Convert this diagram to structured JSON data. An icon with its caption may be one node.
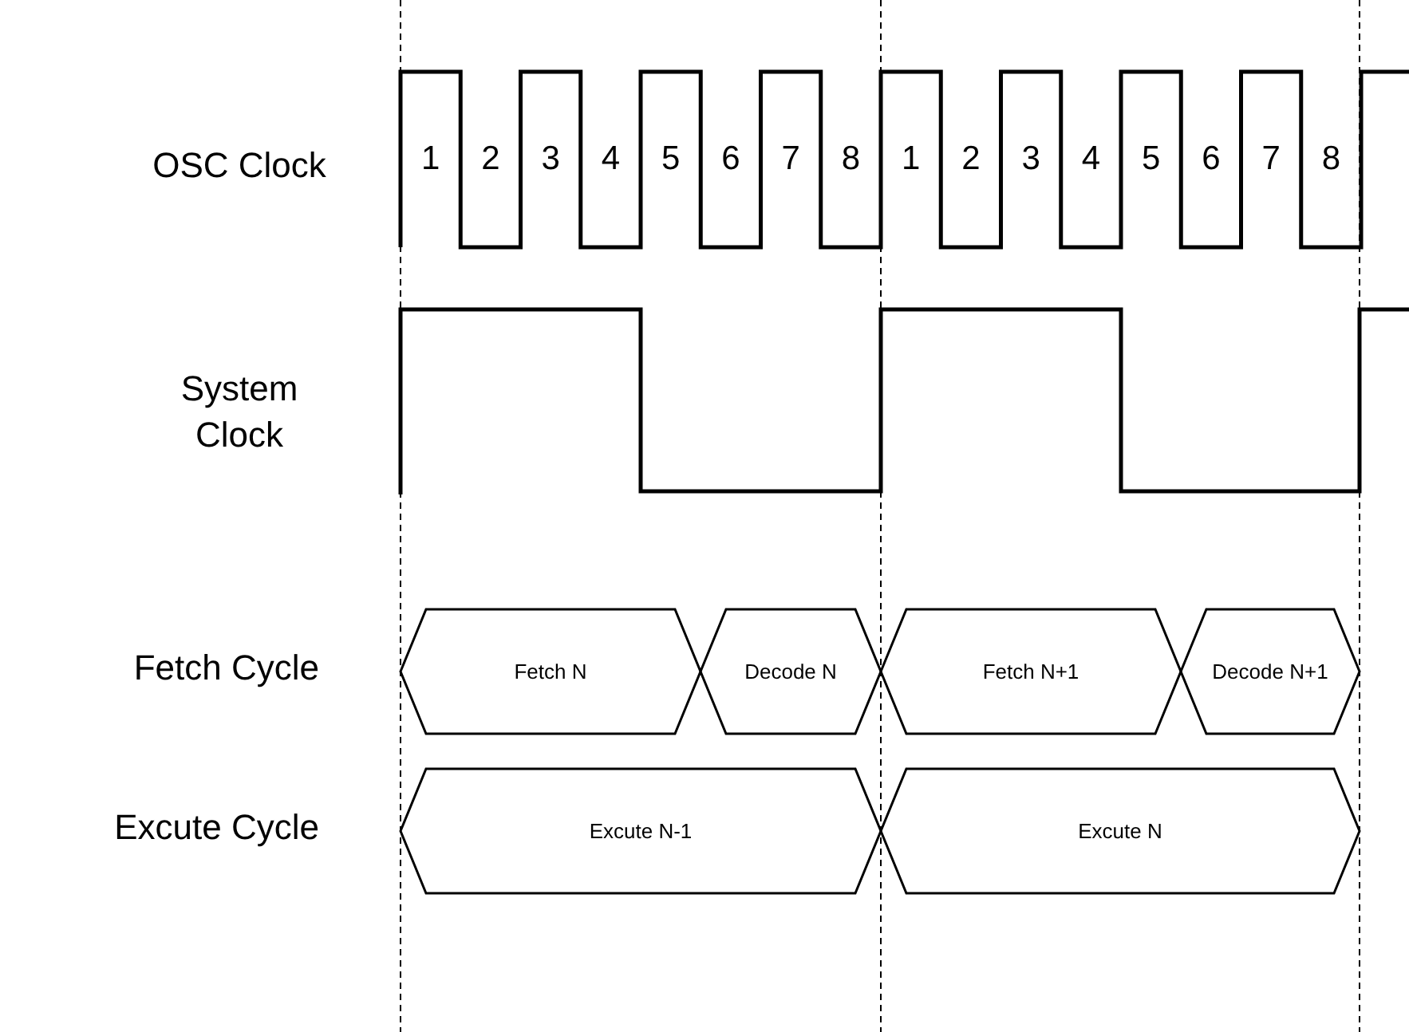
{
  "diagram": {
    "nodes": [
      {
        "text": [
          "Fetch N"
        ]
      },
      {
        "text": [
          "Decode N"
        ]
      },
      {
        "text": [
          "Fetch N+1"
        ]
      },
      {
        "text": [
          "Decode N+1"
        ]
      },
      {
        "text": [
          "Excute N-1"
        ]
      },
      {
        "text": [
          "Excute N"
        ]
      }
    ],
    "labels": [
      "OSC Clock",
      "1",
      "2",
      "3",
      "4",
      "5",
      "6",
      "7",
      "8",
      "1",
      "2",
      "3",
      "4",
      "5",
      "6",
      "7",
      "8",
      "System Clock",
      "Fetch Cycle",
      "Excute Cycle"
    ]
  }
}
